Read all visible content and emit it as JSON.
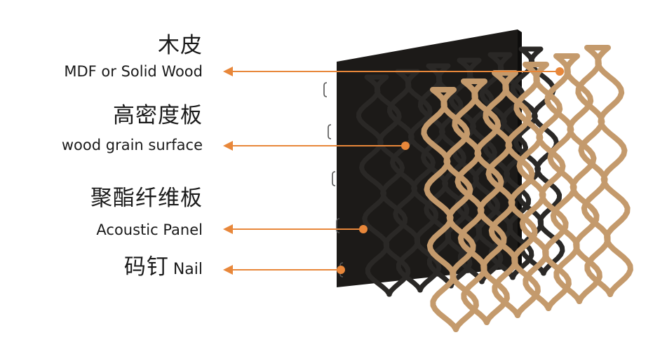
{
  "layers": [
    {
      "zh": "木皮",
      "en": "MDF or Solid Wood"
    },
    {
      "zh": "高密度板",
      "en": "wood grain surface"
    },
    {
      "zh": "聚酯纤维板",
      "en": "Acoustic Panel"
    },
    {
      "zh": "码钉",
      "en": "Nail"
    }
  ],
  "colors": {
    "arrow": "#e8873a",
    "acoustic_panel": "#1c1a18",
    "dark_grille": "#2a2826",
    "wood_grille": "#c49a6c",
    "label_text": "#1a1a1a"
  }
}
